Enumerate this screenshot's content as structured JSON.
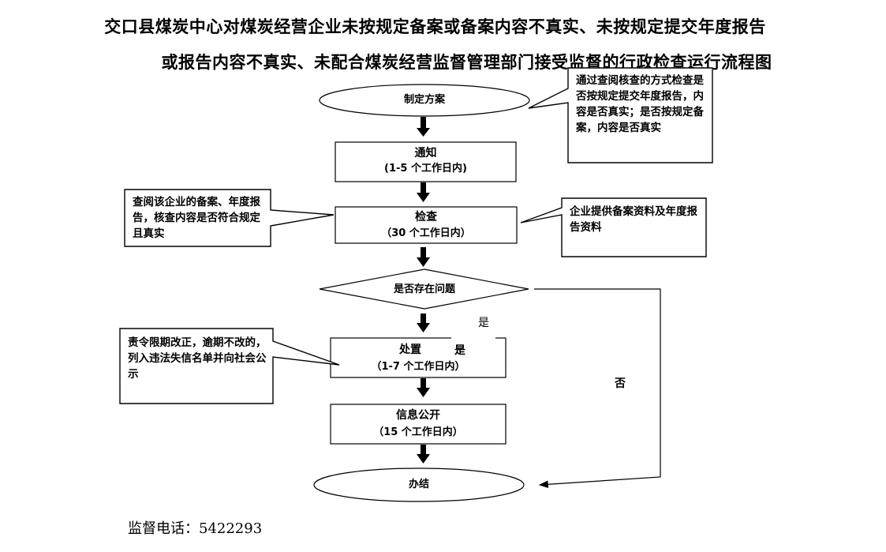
{
  "title": {
    "line1": "交口县煤炭中心对煤炭经营企业未按规定备案或备案内容不真实、未按规定提交年度报告",
    "line2": "或报告内容不真实、未配合煤炭经营监督管理部门接受监督的行政检查运行流程图"
  },
  "nodes": {
    "start": "制定方案",
    "notify": {
      "name": "通知",
      "duration": "(1-5 个工作日内)"
    },
    "inspect": {
      "name": "检查",
      "duration": "（30 个工作日内）"
    },
    "decision": "是否存在问题",
    "handle": {
      "name": "处置",
      "duration": "（1-7 个工作日内）"
    },
    "publish": {
      "name": "信息公开",
      "duration": "（15 个工作日内）"
    },
    "end": "办结"
  },
  "notes": {
    "method": "通过查阅核查的方式检查是否按规定提交年度报告，内容是否真实；是否按规定备案，内容是否真实",
    "review": "查阅该企业的备案、年度报告，核查内容是否符合规定且真实",
    "provide": "企业提供备案资料及年度报告资料",
    "penalty": "责令限期改正，逾期不改的，列入违法失信名单并向社会公示"
  },
  "labels": {
    "yes_branch": "是",
    "yes_inside": "是",
    "no_branch": "否"
  },
  "footer": {
    "label": "监督电话：",
    "phone": "5422293"
  }
}
